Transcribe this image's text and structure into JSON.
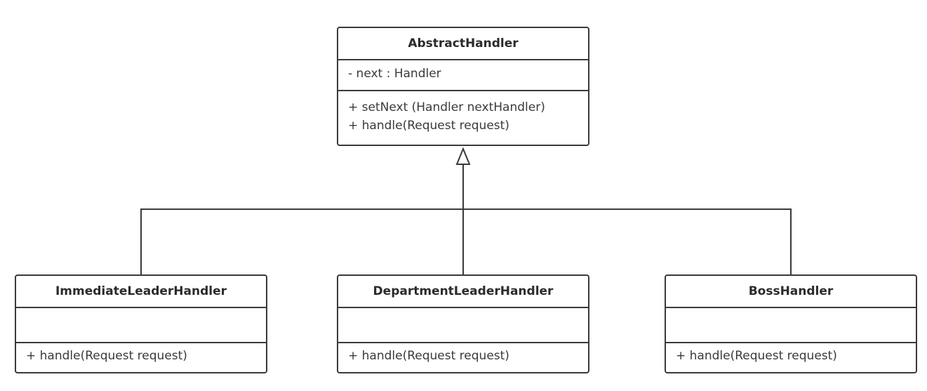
{
  "classes": {
    "abstract": {
      "name": "AbstractHandler",
      "attributes": [
        "- next : Handler"
      ],
      "methods": [
        "+ setNext (Handler nextHandler)",
        "+ handle(Request request)"
      ]
    },
    "immediate": {
      "name": "ImmediateLeaderHandler",
      "methods": [
        "+ handle(Request request)"
      ]
    },
    "department": {
      "name": "DepartmentLeaderHandler",
      "methods": [
        "+ handle(Request request)"
      ]
    },
    "boss": {
      "name": "BossHandler",
      "methods": [
        "+ handle(Request request)"
      ]
    }
  },
  "relationship": "generalization",
  "colors": {
    "stroke": "#3a3a3a",
    "text": "#333333",
    "background": "#ffffff"
  }
}
